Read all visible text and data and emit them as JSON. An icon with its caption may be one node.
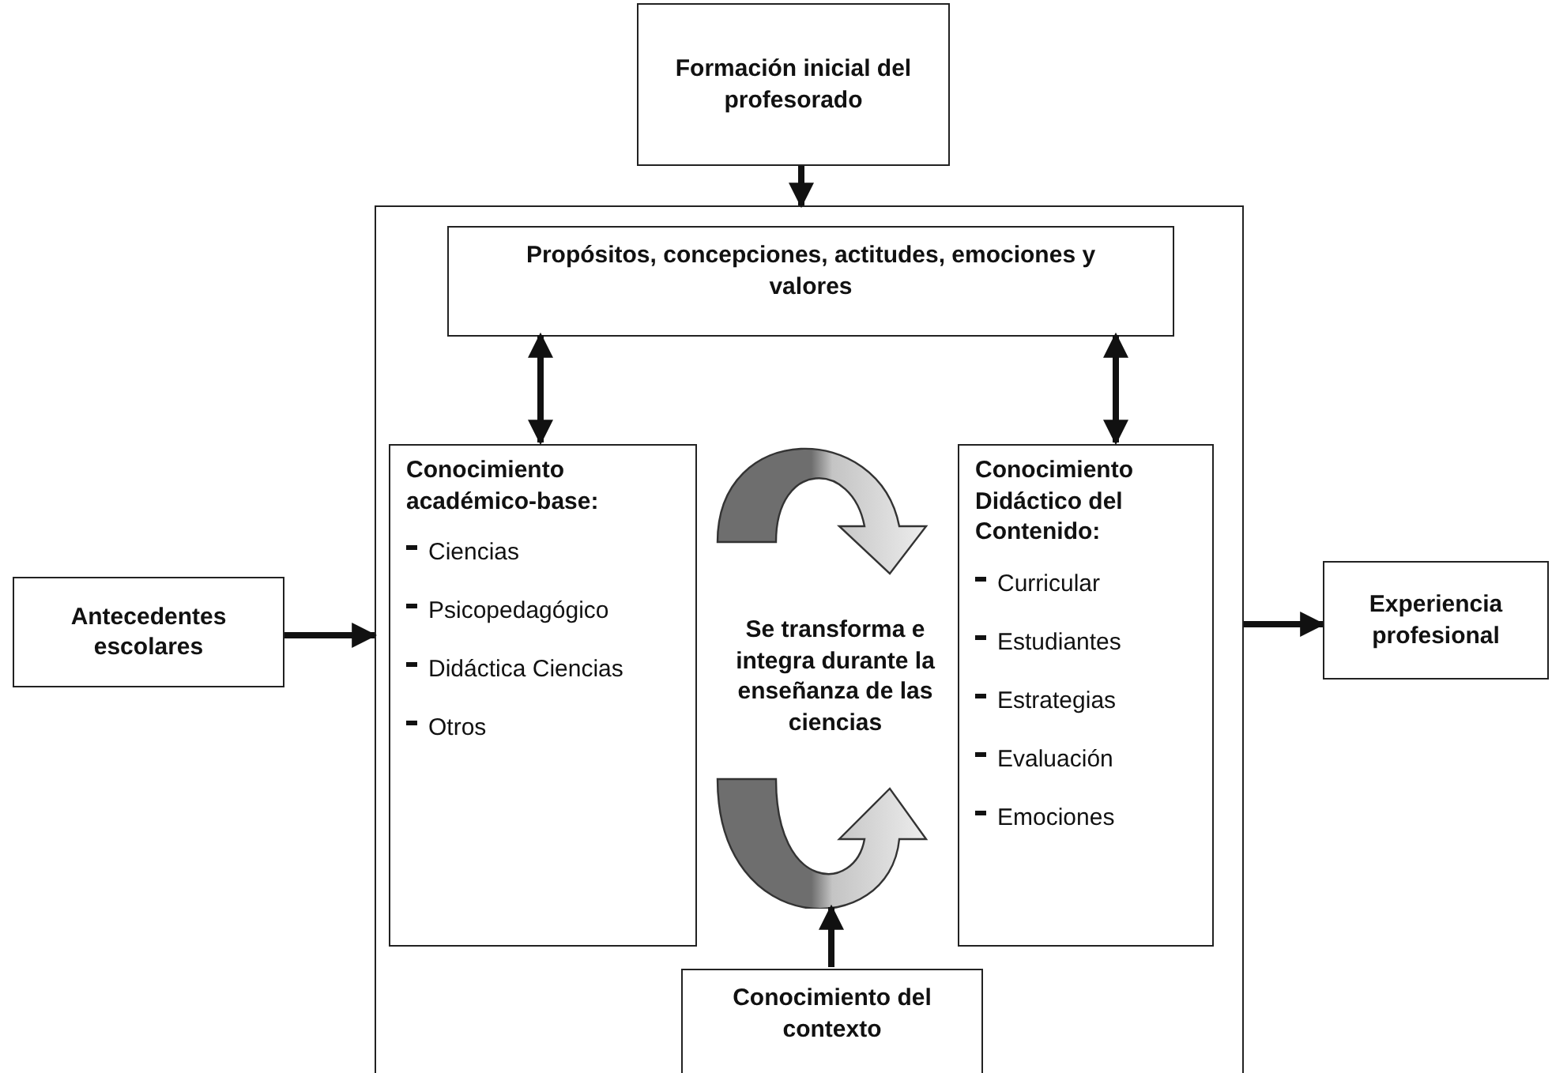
{
  "diagram": {
    "nodes": [
      {
        "text": [
          "Formación inicial del profesorado"
        ]
      },
      {
        "text": [],
        "shape": "box"
      },
      {
        "text": [
          "Propósitos, concepciones, actitudes, emociones y valores"
        ],
        "in": 1
      },
      {
        "text": [
          "Conocimiento académico-base:",
          "Ciencias",
          "Psicopedagógico",
          "Didáctica Ciencias",
          "Otros"
        ],
        "in": 1
      },
      {
        "text": [
          "Se transforma e integra durante la enseñanza de las ciencias"
        ],
        "in": 1
      },
      {
        "text": [
          "Conocimiento Didáctico del Contenido:",
          "Curricular",
          "Estudiantes",
          "Estrategias",
          "Evaluación",
          "Emociones"
        ],
        "in": 1
      },
      {
        "text": [
          "Antecedentes escolares"
        ]
      },
      {
        "text": [
          "Experiencia profesional"
        ]
      },
      {
        "text": [
          "Conocimiento del contexto"
        ],
        "in": 1
      }
    ],
    "edges": [
      {
        "from": 0,
        "to": 1,
        "arrow": "to"
      },
      {
        "from": 2,
        "to": 3,
        "arrow": "both"
      },
      {
        "from": 2,
        "to": 5,
        "arrow": "both"
      },
      {
        "from": 8,
        "to": 4,
        "arrow": "to"
      },
      {
        "from": 6,
        "to": 1,
        "arrow": "to"
      },
      {
        "from": 1,
        "to": 7,
        "arrow": "to"
      }
    ]
  }
}
